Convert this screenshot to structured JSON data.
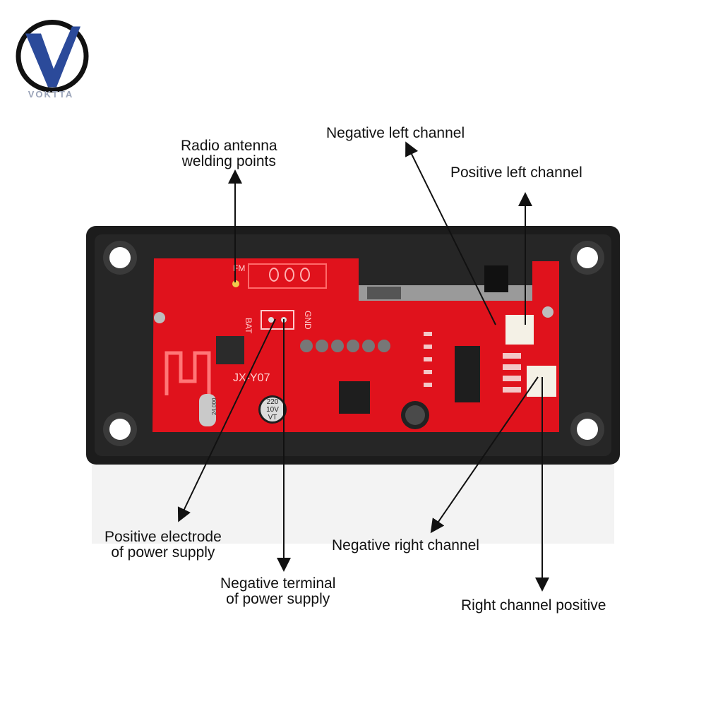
{
  "brand": {
    "name": "VOKTTA",
    "logo_letter": "V",
    "logo_color": "#2b4a9a",
    "ring_color": "#111111"
  },
  "board": {
    "silkscreen_fm": "FM",
    "silkscreen_bat": "BAT",
    "silkscreen_gnd": "GND",
    "silkscreen_model": "JX-Y07",
    "capacitor_text_1": "220",
    "capacitor_text_2": "10V",
    "capacitor_text_3": "VT",
    "crystal_text": "24.000",
    "pcb_color": "#e0121c",
    "frame_color": "#1a1a1a"
  },
  "labels": {
    "radio_antenna_line1": "Radio antenna",
    "radio_antenna_line2": "welding points",
    "negative_left": "Negative left channel",
    "positive_left": "Positive left channel",
    "positive_electrode_line1": "Positive electrode",
    "positive_electrode_line2": "of power supply",
    "negative_terminal_line1": "Negative terminal",
    "negative_terminal_line2": "of power supply",
    "negative_right": "Negative right channel",
    "right_positive": "Right channel positive"
  }
}
